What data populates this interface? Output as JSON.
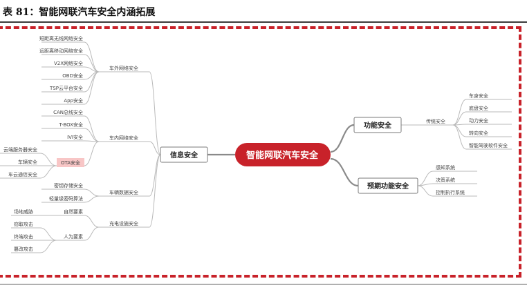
{
  "caption": "表 81：智能网联汽车安全内涵拓展",
  "colors": {
    "accent": "#c8222a",
    "line": "#b9b9b9",
    "text": "#444444",
    "pink": "#f8c6c6",
    "central": "#c8222a"
  },
  "central": "智能网联汽车安全",
  "info": {
    "label": "信息安全",
    "groups": [
      {
        "label": "车外网络安全",
        "items": [
          {
            "label": "短距离无线网络安全"
          },
          {
            "label": "远距离移动网络安全"
          },
          {
            "label": "V2X网络安全"
          },
          {
            "label": "OBD安全"
          },
          {
            "label": "TSP云平台安全"
          },
          {
            "label": "App安全"
          }
        ]
      },
      {
        "label": "车内网络安全",
        "items": [
          {
            "label": "CAN总线安全"
          },
          {
            "label": "T-BOX安全"
          },
          {
            "label": "IVI安全"
          },
          {
            "label": "OTA安全",
            "highlight": true,
            "children": [
              "云端服务器安全",
              "车辆安全",
              "车云通信安全"
            ]
          }
        ]
      },
      {
        "label": "车辆数据安全",
        "items": [
          {
            "label": "密钥存储安全"
          },
          {
            "label": "轻量级密码算法"
          }
        ]
      },
      {
        "label": "充电设施安全",
        "items": [
          {
            "label": "自然要素",
            "children": [
              "场地威胁"
            ]
          },
          {
            "label": "人为要素",
            "children": [
              "窃取攻击",
              "终端攻击",
              "篡改攻击"
            ]
          }
        ]
      }
    ]
  },
  "functional": {
    "label": "功能安全",
    "group": {
      "label": "传统安全",
      "items": [
        "车身安全",
        "底盘安全",
        "动力安全",
        "转向安全",
        "智能驾驶软件安全"
      ]
    }
  },
  "sotif": {
    "label": "预期功能安全",
    "items": [
      "感知系统",
      "决策系统",
      "控制执行系统"
    ]
  }
}
